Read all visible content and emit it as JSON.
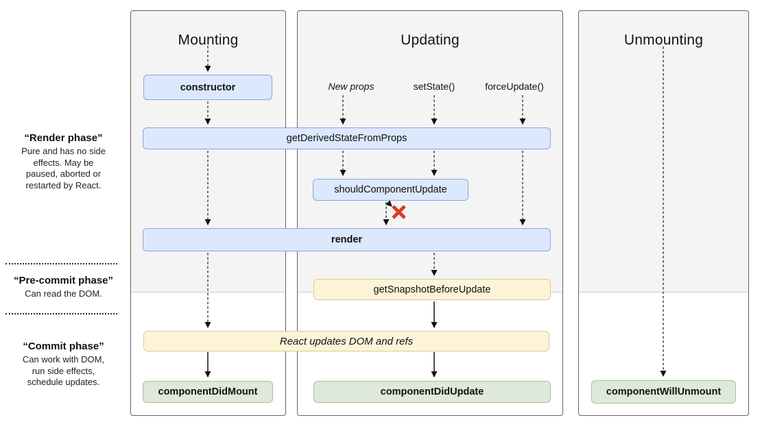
{
  "diagram": {
    "columns": [
      {
        "title": "Mounting"
      },
      {
        "title": "Updating"
      },
      {
        "title": "Unmounting"
      }
    ],
    "triggers": {
      "new_props": "New props",
      "set_state": "setState()",
      "force_update": "forceUpdate()"
    },
    "boxes": {
      "constructor": "constructor",
      "get_derived_state_from_props": "getDerivedStateFromProps",
      "should_component_update": "shouldComponentUpdate",
      "render": "render",
      "get_snapshot_before_update": "getSnapshotBeforeUpdate",
      "react_updates_dom": "React updates DOM and refs",
      "component_did_mount": "componentDidMount",
      "component_did_update": "componentDidUpdate",
      "component_will_unmount": "componentWillUnmount"
    },
    "phases": [
      {
        "title": "“Render phase”",
        "description": "Pure and has no side effects. May be paused, aborted or restarted by React."
      },
      {
        "title": "“Pre-commit phase”",
        "description": "Can read the DOM."
      },
      {
        "title": "“Commit phase”",
        "description": "Can work with DOM, run side effects, schedule updates."
      }
    ],
    "colors": {
      "panel_gray": "#f4f4f5",
      "blue_fill": "#dce8fb",
      "blue_border": "#8ba5d8",
      "yellow_fill": "#fdf4d8",
      "yellow_border": "#dcc98e",
      "green_fill": "#dfe9d9",
      "green_border": "#a3c29b",
      "cancel_red": "#d93b26"
    }
  }
}
